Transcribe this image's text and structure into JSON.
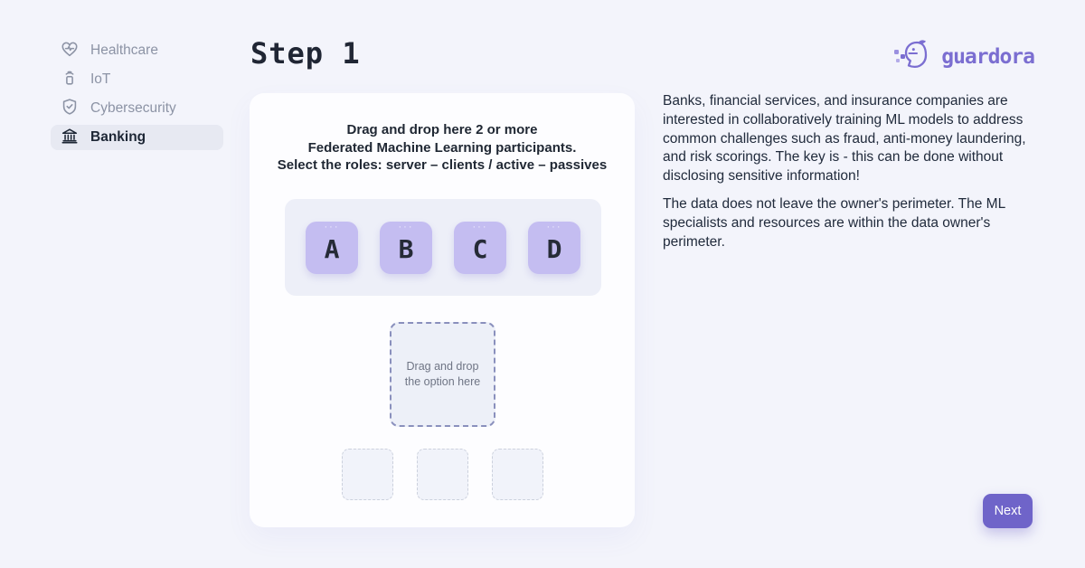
{
  "sidebar": {
    "items": [
      {
        "label": "Healthcare",
        "icon": "heart-pulse-icon",
        "active": false
      },
      {
        "label": "IoT",
        "icon": "iot-device-icon",
        "active": false
      },
      {
        "label": "Cybersecurity",
        "icon": "shield-check-icon",
        "active": false
      },
      {
        "label": "Banking",
        "icon": "bank-icon",
        "active": true
      }
    ]
  },
  "header": {
    "title": "Step 1"
  },
  "logo": {
    "text": "guardora"
  },
  "card": {
    "instruction": "Drag and drop here 2 or more\nFederated Machine Learning participants.\nSelect the roles: server – clients / active – passives",
    "drag_handle_glyph": "···",
    "tiles": [
      {
        "label": "A"
      },
      {
        "label": "B"
      },
      {
        "label": "C"
      },
      {
        "label": "D"
      }
    ],
    "dropzone_text": "Drag and drop\nthe option here",
    "empty_slots": 3
  },
  "info": {
    "paragraph1": "Banks, financial services, and insurance companies are interested in collaboratively training ML models to address common challenges such as fraud, anti-money laundering, and risk scorings. The key is - this can be done without disclosing sensitive information!",
    "paragraph2": "The data does not leave the owner's perimeter. The ML specialists and resources are within the data owner's perimeter."
  },
  "footer": {
    "next_label": "Next"
  },
  "colors": {
    "background": "#f3f4fb",
    "card": "#fdfdff",
    "tile": "#c4bdf1",
    "tile_strip": "#edeff8",
    "accent_purple": "#6f64c9",
    "logo_purple": "#7b6ed1",
    "active_pill": "#e7e9f2"
  }
}
